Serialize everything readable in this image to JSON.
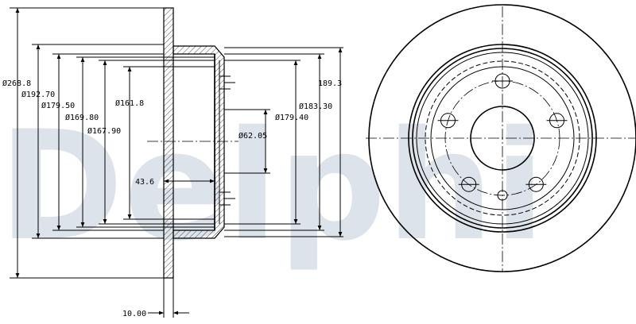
{
  "watermark": "Delphi",
  "side_view_labels": {
    "d_outer": "Ø268.8",
    "d_192": "Ø192.70",
    "d_179_50": "Ø179.50",
    "d_169_80": "Ø169.80",
    "d_167_90": "Ø167.90",
    "d_161_8": "Ø161.8",
    "hub_bore": "Ø62.05",
    "d_179_40": "Ø179.40",
    "d_183_30": "Ø183.30",
    "height": "189.3",
    "depth": "43.6",
    "thickness": "10.00"
  },
  "front_view": {
    "bolt_count": 5
  }
}
